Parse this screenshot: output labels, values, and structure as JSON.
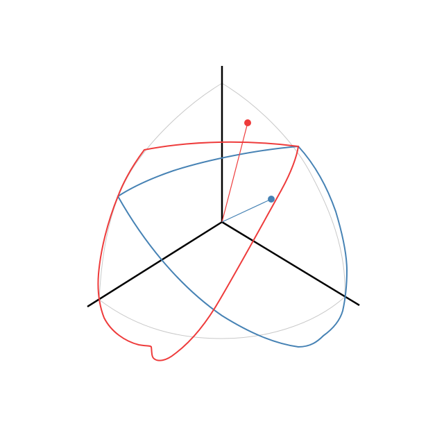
{
  "diagram": {
    "type": "spherical-triangle-projection",
    "colors": {
      "axis": "#000000",
      "octant_outline": "#c8c8c8",
      "red": "#ee3b3b",
      "blue": "#4682b4"
    },
    "elements": [
      {
        "id": "red-great-circle",
        "color": "red"
      },
      {
        "id": "red-vector",
        "color": "red"
      },
      {
        "id": "blue-great-circle",
        "color": "blue"
      },
      {
        "id": "blue-vector",
        "color": "blue"
      }
    ]
  }
}
